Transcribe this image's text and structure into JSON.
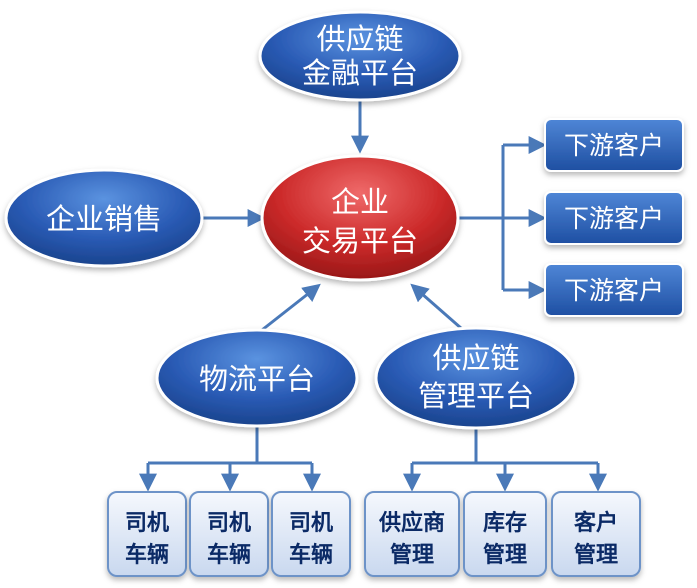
{
  "nodes": {
    "finance": {
      "line1": "供应链",
      "line2": "金融平台"
    },
    "core": {
      "line1": "企业",
      "line2": "交易平台"
    },
    "sales": {
      "label": "企业销售"
    },
    "logistics": {
      "label": "物流平台"
    },
    "scm": {
      "line1": "供应链",
      "line2": "管理平台"
    },
    "downstream": [
      "下游客户",
      "下游客户",
      "下游客户"
    ],
    "drivers": [
      {
        "line1": "司机",
        "line2": "车辆"
      },
      {
        "line1": "司机",
        "line2": "车辆"
      },
      {
        "line1": "司机",
        "line2": "车辆"
      }
    ],
    "management": [
      {
        "line1": "供应商",
        "line2": "管理"
      },
      {
        "line1": "库存",
        "line2": "管理"
      },
      {
        "line1": "客户",
        "line2": "管理"
      }
    ]
  },
  "colors": {
    "blue_node": "#1f4e9c",
    "red_node": "#c0282d",
    "light_box": "#dfe8f7",
    "connector": "#4a79b8"
  }
}
